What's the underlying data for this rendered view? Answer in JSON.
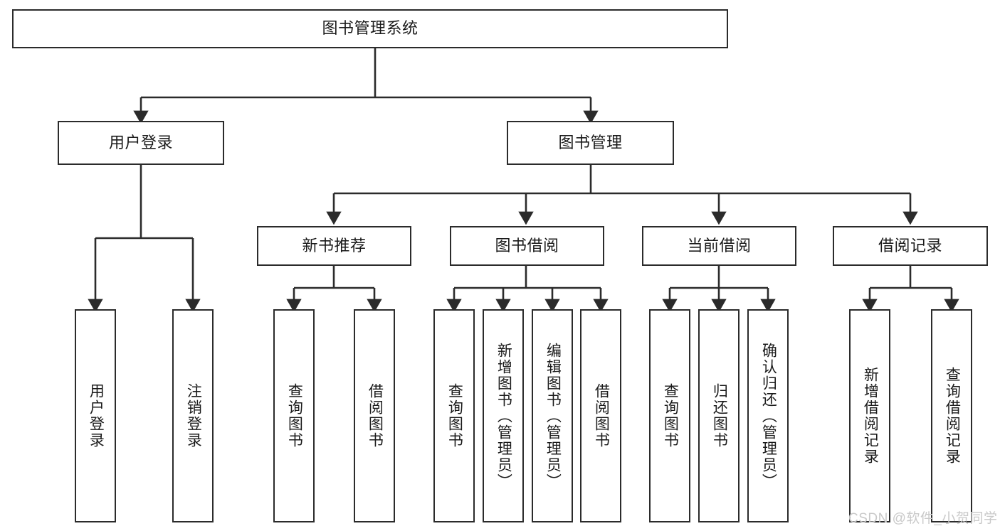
{
  "diagram": {
    "title": "图书管理系统",
    "type": "hierarchy-tree",
    "root": {
      "id": "root",
      "label": "图书管理系统",
      "orientation": "horizontal"
    },
    "level2": [
      {
        "id": "user-login",
        "label": "用户登录",
        "orientation": "horizontal"
      },
      {
        "id": "book-management",
        "label": "图书管理",
        "orientation": "horizontal"
      }
    ],
    "level3": [
      {
        "id": "new-book-recommend",
        "label": "新书推荐",
        "orientation": "horizontal",
        "parent": "book-management"
      },
      {
        "id": "book-borrow",
        "label": "图书借阅",
        "orientation": "horizontal",
        "parent": "book-management"
      },
      {
        "id": "current-borrow",
        "label": "当前借阅",
        "orientation": "horizontal",
        "parent": "book-management"
      },
      {
        "id": "borrow-record",
        "label": "借阅记录",
        "orientation": "horizontal",
        "parent": "book-management"
      }
    ],
    "leaves": [
      {
        "id": "leaf-user-login",
        "label": "用户登录",
        "parent": "user-login"
      },
      {
        "id": "leaf-user-logout",
        "label": "注销登录",
        "parent": "user-login"
      },
      {
        "id": "leaf-query-book-1",
        "label": "查询图书",
        "parent": "new-book-recommend"
      },
      {
        "id": "leaf-borrow-book-1",
        "label": "借阅图书",
        "parent": "new-book-recommend"
      },
      {
        "id": "leaf-query-book-2",
        "label": "查询图书",
        "parent": "book-borrow"
      },
      {
        "id": "leaf-add-book",
        "label": "新增图书（管理员）",
        "parent": "book-borrow"
      },
      {
        "id": "leaf-edit-book",
        "label": "编辑图书（管理员）",
        "parent": "book-borrow"
      },
      {
        "id": "leaf-borrow-book-2",
        "label": "借阅图书",
        "parent": "book-borrow"
      },
      {
        "id": "leaf-query-book-3",
        "label": "查询图书",
        "parent": "current-borrow"
      },
      {
        "id": "leaf-return-book",
        "label": "归还图书",
        "parent": "current-borrow"
      },
      {
        "id": "leaf-confirm-return",
        "label": "确认归还（管理员）",
        "parent": "current-borrow"
      },
      {
        "id": "leaf-add-record",
        "label": "新增借阅记录",
        "parent": "borrow-record"
      },
      {
        "id": "leaf-query-record",
        "label": "查询借阅记录",
        "parent": "borrow-record"
      }
    ],
    "watermark": "CSDN @软件_小贺同学",
    "colors": {
      "stroke": "#2b2b2b",
      "fill": "#ffffff",
      "text": "#1a1a1a",
      "watermark": "#c9c9c9"
    }
  }
}
